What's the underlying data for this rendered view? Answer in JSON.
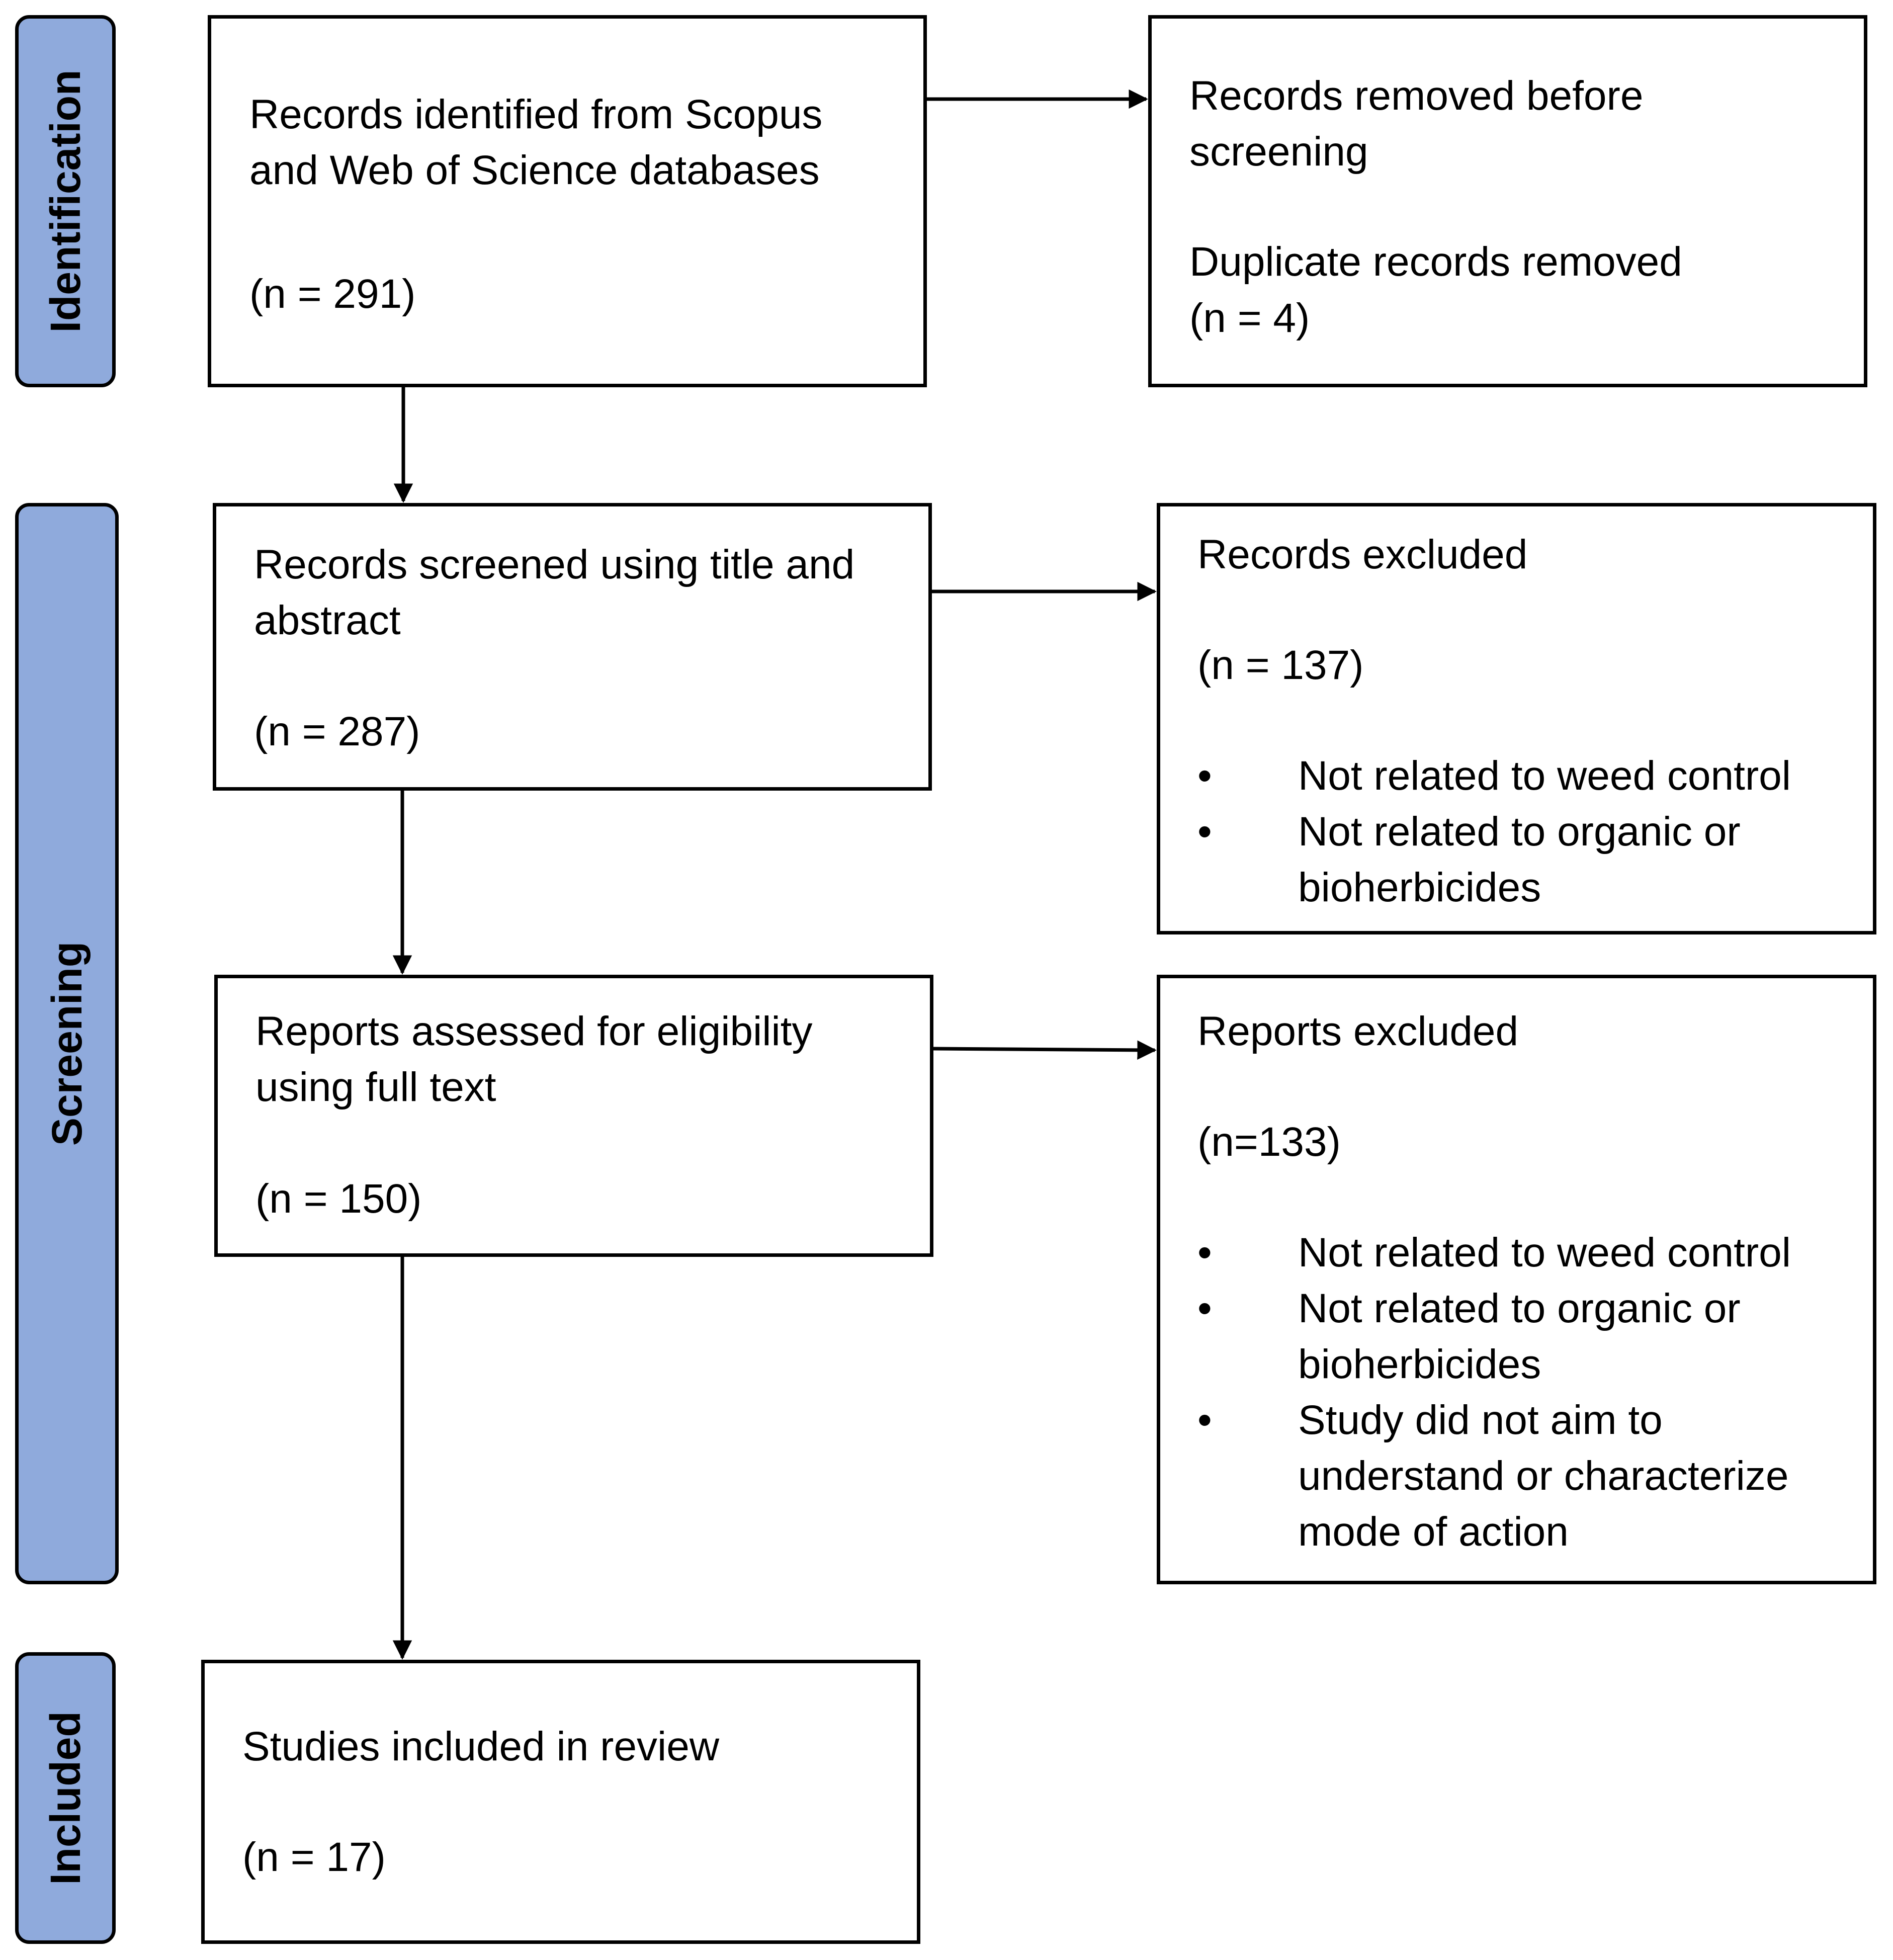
{
  "phases": {
    "identification": "Identification",
    "screening": "Screening",
    "included": "Included"
  },
  "boxes": {
    "identified": {
      "text": "Records identified from Scopus\nand Web of Science databases",
      "n": "(n = 291)"
    },
    "removed": {
      "title": "Records removed before\nscreening",
      "subtitle": "Duplicate records removed",
      "n": "(n = 4)"
    },
    "screened": {
      "text": "Records screened using title and\nabstract",
      "n": "(n = 287)"
    },
    "records_excluded": {
      "title": "Records excluded",
      "n": "(n = 137)",
      "bullet_symbol": "•",
      "reasons": [
        "Not related to weed control",
        "Not related to organic or\nbioherbicides"
      ]
    },
    "assessed": {
      "text": "Reports assessed for eligibility\nusing full text",
      "n": "(n = 150)"
    },
    "reports_excluded": {
      "title": "Reports excluded",
      "n": "(n=133)",
      "bullet_symbol": "•",
      "reasons": [
        "Not related to weed control",
        "Not related to organic or\nbioherbicides",
        "Study did not aim to\nunderstand or characterize\nmode of action"
      ]
    },
    "included": {
      "text": "Studies included in review",
      "n": "(n = 17)"
    }
  }
}
